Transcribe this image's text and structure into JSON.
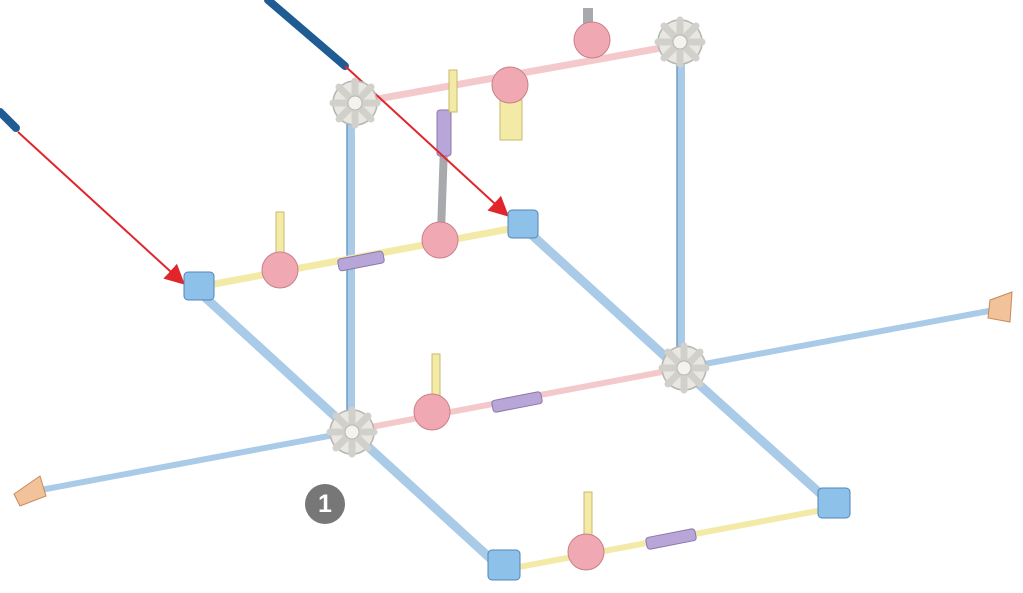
{
  "diagram": {
    "step_number": "1",
    "parts": {
      "blue_rod": "long-blue-rod",
      "light_blue_rod": "light-blue-rod",
      "yellow_rod": "yellow-rod",
      "pink_rod": "pink-rod",
      "grey_rod": "grey-rod",
      "white_connector": "white-8-way-connector",
      "blue_connector": "blue-connector",
      "pink_connector": "pink-connector",
      "purple_connector": "purple-connector",
      "orange_clip": "orange-end-clip",
      "red_arrow": "assembly-arrow"
    },
    "colors": {
      "dark_blue_rod": "#1f5c94",
      "light_blue_rod": "#a9cbe8",
      "light_blue_edge": "#6e9dc6",
      "yellow_rod": "#f3eaa8",
      "pink_rod": "#f3c9cc",
      "grey_rod": "#a7a9ac",
      "white_connector": "#e9e7e2",
      "blue_connector": "#8ec1ea",
      "pink_connector": "#f0a9b2",
      "purple_connector": "#b9a6d8",
      "orange_clip": "#f2c39a",
      "arrow": "#e0262b",
      "badge": "#777777"
    }
  }
}
